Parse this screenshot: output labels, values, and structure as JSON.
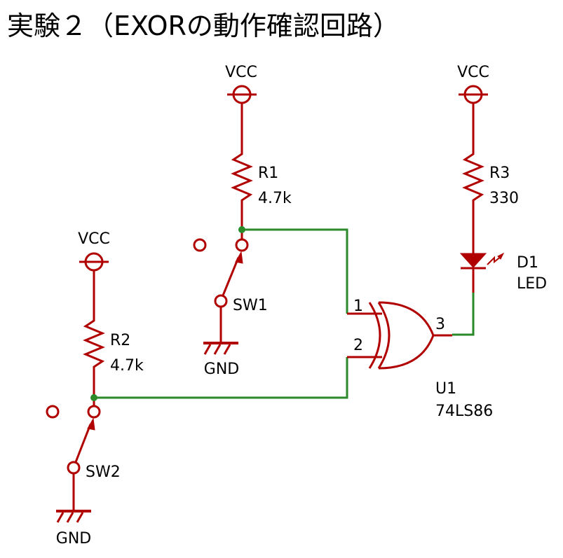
{
  "title": "実験２（EXORの動作確認回路）",
  "power": {
    "vcc_label": "VCC",
    "gnd_label": "GND"
  },
  "components": {
    "r1": {
      "ref": "R1",
      "value": "4.7k"
    },
    "r2": {
      "ref": "R2",
      "value": "4.7k"
    },
    "r3": {
      "ref": "R3",
      "value": "330"
    },
    "d1": {
      "ref": "D1",
      "value": "LED"
    },
    "sw1": {
      "ref": "SW1"
    },
    "sw2": {
      "ref": "SW2"
    },
    "u1": {
      "ref": "U1",
      "value": "74LS86",
      "pin_in1": "1",
      "pin_in2": "2",
      "pin_out": "3"
    }
  },
  "colors": {
    "component": "#b00000",
    "wire": "#2a8a2a",
    "text": "#000000"
  }
}
